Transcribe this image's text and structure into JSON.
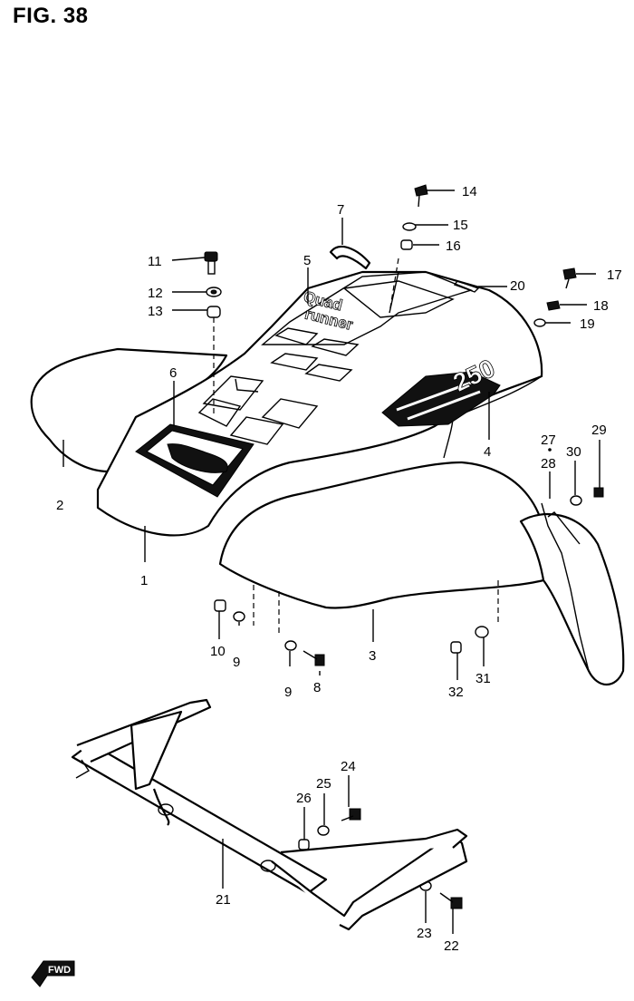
{
  "figure": {
    "title": "FIG. 38"
  },
  "emblems": {
    "model": "250",
    "name_line1": "Quad",
    "name_line2": "runner"
  },
  "callouts": [
    "1",
    "2",
    "3",
    "4",
    "5",
    "6",
    "7",
    "8",
    "9",
    "9",
    "10",
    "11",
    "12",
    "13",
    "14",
    "15",
    "16",
    "17",
    "18",
    "19",
    "20",
    "21",
    "22",
    "23",
    "24",
    "25",
    "26",
    "27",
    "28",
    "29",
    "30",
    "31",
    "32"
  ],
  "direction_marker": {
    "label": "FWD"
  }
}
